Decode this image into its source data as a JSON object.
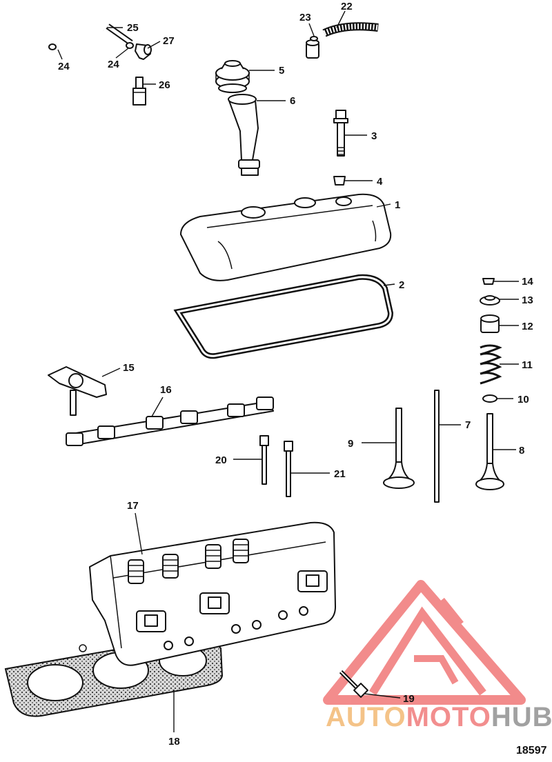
{
  "callouts": {
    "c1": "1",
    "c2": "2",
    "c3": "3",
    "c4": "4",
    "c5": "5",
    "c6": "6",
    "c7": "7",
    "c8": "8",
    "c9": "9",
    "c10": "10",
    "c11": "11",
    "c12": "12",
    "c13": "13",
    "c14": "14",
    "c15": "15",
    "c16": "16",
    "c17": "17",
    "c18": "18",
    "c19": "19",
    "c20": "20",
    "c21": "21",
    "c22": "22",
    "c23": "23",
    "c24a": "24",
    "c24b": "24",
    "c25": "25",
    "c26": "26",
    "c27": "27"
  },
  "figure_number": "18597",
  "watermark": {
    "part1": "AUTO",
    "part2": "MOTO",
    "part3": "HUB",
    "colors": {
      "auto": "#f2b56b",
      "moto": "#ef7272",
      "hub": "#8a8a8a",
      "logo": "#ef6b6b"
    }
  }
}
